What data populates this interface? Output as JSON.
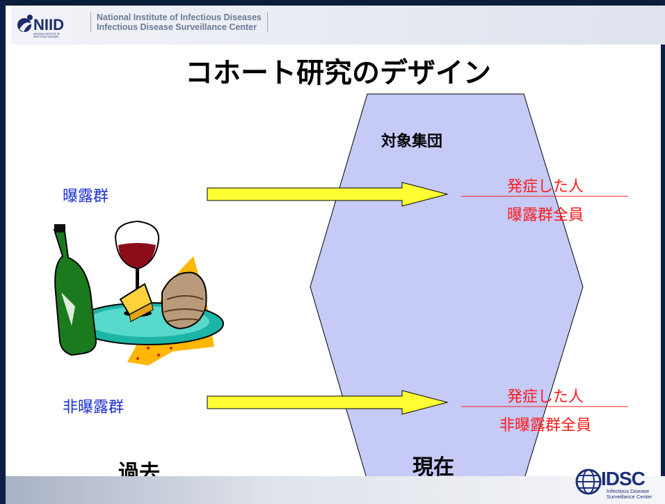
{
  "header": {
    "org_en_line1": "National Institute of Infectious Diseases",
    "org_en_line2": "Infectious Disease Surveillance Center",
    "logo_text": "NIID",
    "logo_small1": "NATIONAL INSTITUTE OF",
    "logo_small2": "INFECTIOUS DISEASES"
  },
  "title": "コホート研究のデザイン",
  "diagram": {
    "population_label": "対象集団",
    "exposed_label": "曝露群",
    "unexposed_label": "非曝露群",
    "exposed_fraction": {
      "numerator": "発症した人",
      "denominator": "曝露群全員"
    },
    "unexposed_fraction": {
      "numerator": "発症した人",
      "denominator": "非曝露群全員"
    },
    "past_label": "過去",
    "present_label": "現在",
    "colors": {
      "hexagon_fill": "#c5caf7",
      "arrow_fill": "#ffff33",
      "exposure_label": "#1a2fcf",
      "fraction_text": "#ff1a1a"
    }
  },
  "footer": {
    "logo_text": "IDSC",
    "logo_sub1": "Infectious Disease",
    "logo_sub2": "Surveillance Center"
  },
  "clipart": "wine-bottle-glass-cheese-bread-illustration"
}
